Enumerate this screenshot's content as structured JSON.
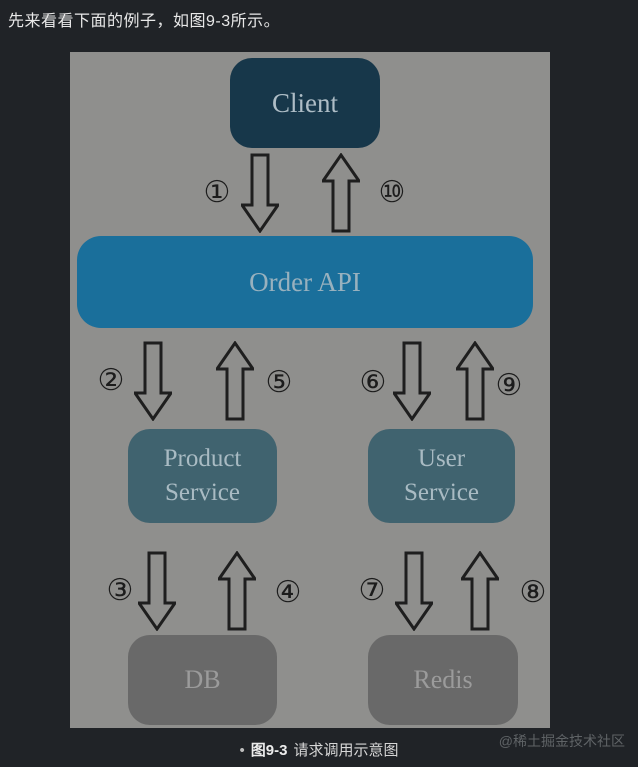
{
  "intro": {
    "text": "先来看看下面的例子，如图9-3所示。"
  },
  "diagram": {
    "nodes": {
      "client": "Client",
      "order_api": "Order API",
      "product_service": "Product Service",
      "user_service": "User Service",
      "db": "DB",
      "redis": "Redis"
    },
    "arrow_labels": {
      "n1": "①",
      "n2": "②",
      "n3": "③",
      "n4": "④",
      "n5": "⑤",
      "n6": "⑥",
      "n7": "⑦",
      "n8": "⑧",
      "n9": "⑨",
      "n10": "⑩"
    },
    "colors": {
      "page_bg": "#202327",
      "panel_bg": "#8f8f8d",
      "client_bg": "#17374a",
      "order_api_bg": "#1a6f9b",
      "service_bg": "#40636f",
      "datastore_bg": "#696969",
      "arrow_stroke": "#1e1e1e"
    }
  },
  "caption": {
    "bullet": "•",
    "figure_label": "图9-3",
    "title": "请求调用示意图"
  },
  "watermark": {
    "text": "@稀土掘金技术社区"
  }
}
